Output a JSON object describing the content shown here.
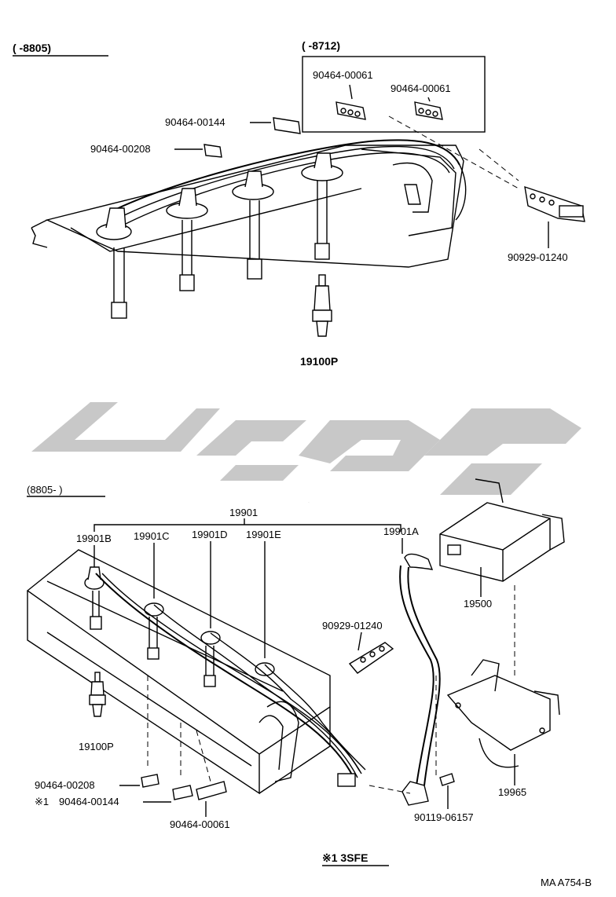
{
  "top_section": {
    "range_left": "(      -8805)",
    "range_right": "(      -8712)",
    "labels": {
      "clamp_a1": "90464-00061",
      "clamp_a2": "90464-00061",
      "clamp_b": "90464-00144",
      "clamp_c": "90464-00208",
      "holder": "90929-01240",
      "plug": "19100P"
    }
  },
  "watermark": "تویوتا",
  "bottom_section": {
    "range": "(8805-      )",
    "labels": {
      "wire_set": "19901",
      "wire_b": "19901B",
      "wire_c": "19901C",
      "wire_d": "19901D",
      "wire_e": "19901E",
      "wire_a": "19901A",
      "holder": "90929-01240",
      "coil": "19500",
      "plug": "19100P",
      "clamp_208": "90464-00208",
      "clamp_144_prefix": "※1",
      "clamp_144": "90464-00144",
      "clamp_061": "90464-00061",
      "bolt": "90119-06157",
      "bracket": "19965"
    },
    "footnote": "※1 3SFE"
  },
  "figure_code": "MA A754-B"
}
